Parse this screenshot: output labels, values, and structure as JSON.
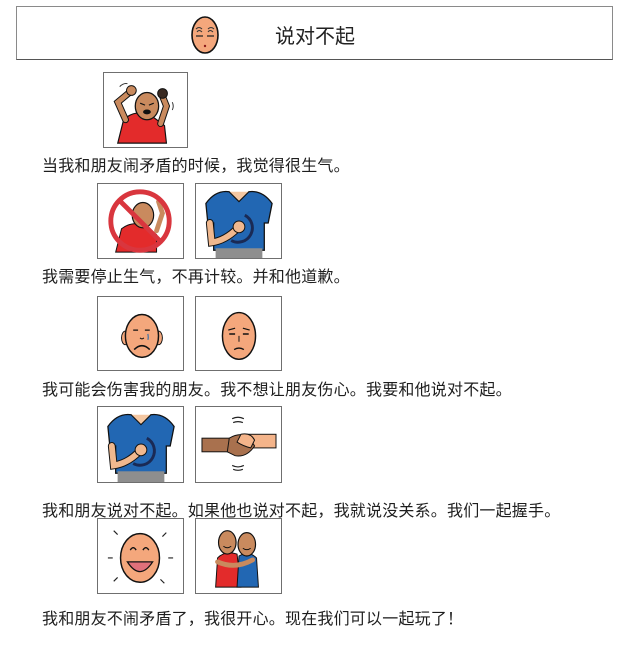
{
  "header": {
    "title": "说对不起",
    "icon": "worried-face-icon"
  },
  "steps": [
    {
      "sentence": "当我和朋友闹矛盾的时候，我觉得很生气。",
      "pictures": [
        "angry-person-icon"
      ]
    },
    {
      "sentence": "我需要停止生气，不再计较。并和他道歉。",
      "pictures": [
        "stop-angry-icon",
        "calm-down-icon"
      ]
    },
    {
      "sentence": "我可能会伤害我的朋友。我不想让朋友伤心。我要和他说对不起。",
      "pictures": [
        "sad-face-icon",
        "sorry-face-icon"
      ]
    },
    {
      "sentence": "我和朋友说对不起。如果他也说对不起，我就说没关系。我们一起握手。",
      "pictures": [
        "sorry-sign-icon",
        "handshake-icon"
      ]
    },
    {
      "sentence": "我和朋友不闹矛盾了，我很开心。现在我们可以一起玩了！",
      "pictures": [
        "happy-face-icon",
        "hugging-friends-icon"
      ]
    }
  ],
  "colors": {
    "skin": "#f4a77c",
    "shirt_red": "#e32b2b",
    "shirt_blue": "#2267b3",
    "prohibit_red": "#d9363e",
    "border": "#6f6f6f"
  }
}
